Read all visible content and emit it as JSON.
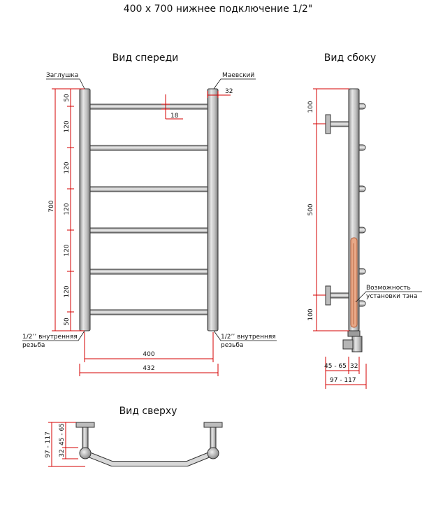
{
  "title": "400 x 700 нижнее подключение 1/2\"",
  "views": {
    "front": "Вид спереди",
    "side": "Вид сбоку",
    "top": "Вид сверху"
  },
  "labels": {
    "plug": "Заглушка",
    "mayevsky": "Маевский",
    "thread_l1": "1/2’’ внутренняя",
    "thread_l2": "резьба",
    "thread_r1": "1/2’’ внутренняя",
    "thread_r2": "резьба",
    "heater_1": "Возможность",
    "heater_2": "установки тэна"
  },
  "dimensions": {
    "total_height": "700",
    "d50_top": "50",
    "d120_1": "120",
    "d120_2": "120",
    "d120_3": "120",
    "d120_4": "120",
    "d120_5": "120",
    "d50_bottom": "50",
    "pipe_diam": "32",
    "bar_diam": "18",
    "width_400": "400",
    "width_432": "432",
    "side_100_top": "100",
    "side_500": "500",
    "side_100_bottom": "100",
    "side_45_65": "45 - 65",
    "side_32": "32",
    "side_97_117": "97 - 117",
    "top_97_117": "97 - 117",
    "top_45_65": "45 - 65",
    "top_32": "32"
  },
  "colors": {
    "dimension": "#d40000",
    "pipe_fill": "#c9c9c9",
    "pipe_stroke": "#333333",
    "heater": "#e8a887"
  }
}
